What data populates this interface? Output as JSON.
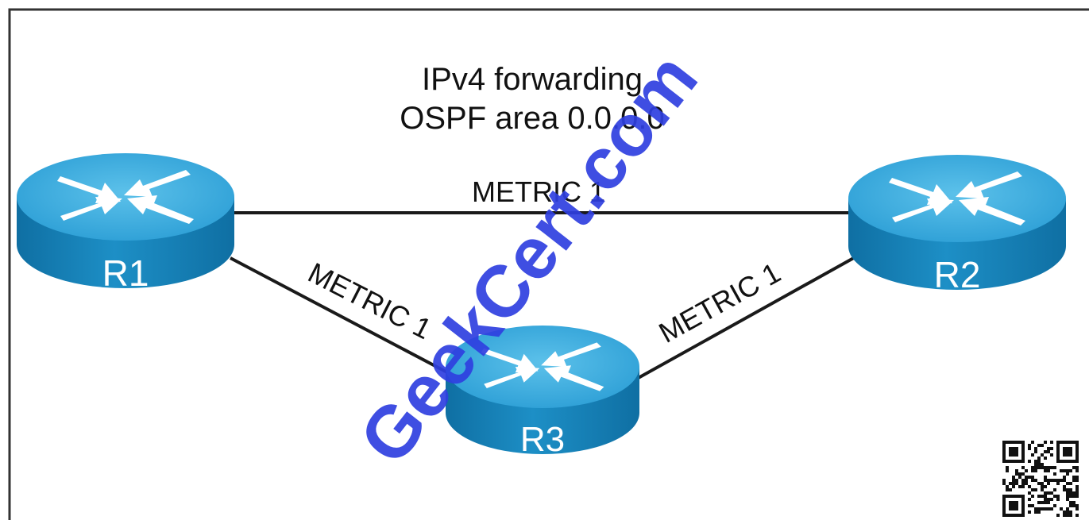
{
  "title": {
    "line1": "IPv4 forwarding",
    "line2": "OSPF area 0.0.0.0"
  },
  "routers": {
    "r1": "R1",
    "r2": "R2",
    "r3": "R3"
  },
  "links": {
    "r1_r2": "METRIC 1",
    "r1_r3": "METRIC 1",
    "r3_r2": "METRIC 1"
  },
  "watermark": "GeekCert.com",
  "colors": {
    "router_top": "#3aa9dc",
    "router_side": "#167fb6",
    "router_label": "#ffffff",
    "link": "#1a1a1a",
    "watermark": "#2f3fe0",
    "frame": "#333333"
  },
  "icons": {
    "router": "router-icon",
    "qr": "qr-code-icon"
  }
}
